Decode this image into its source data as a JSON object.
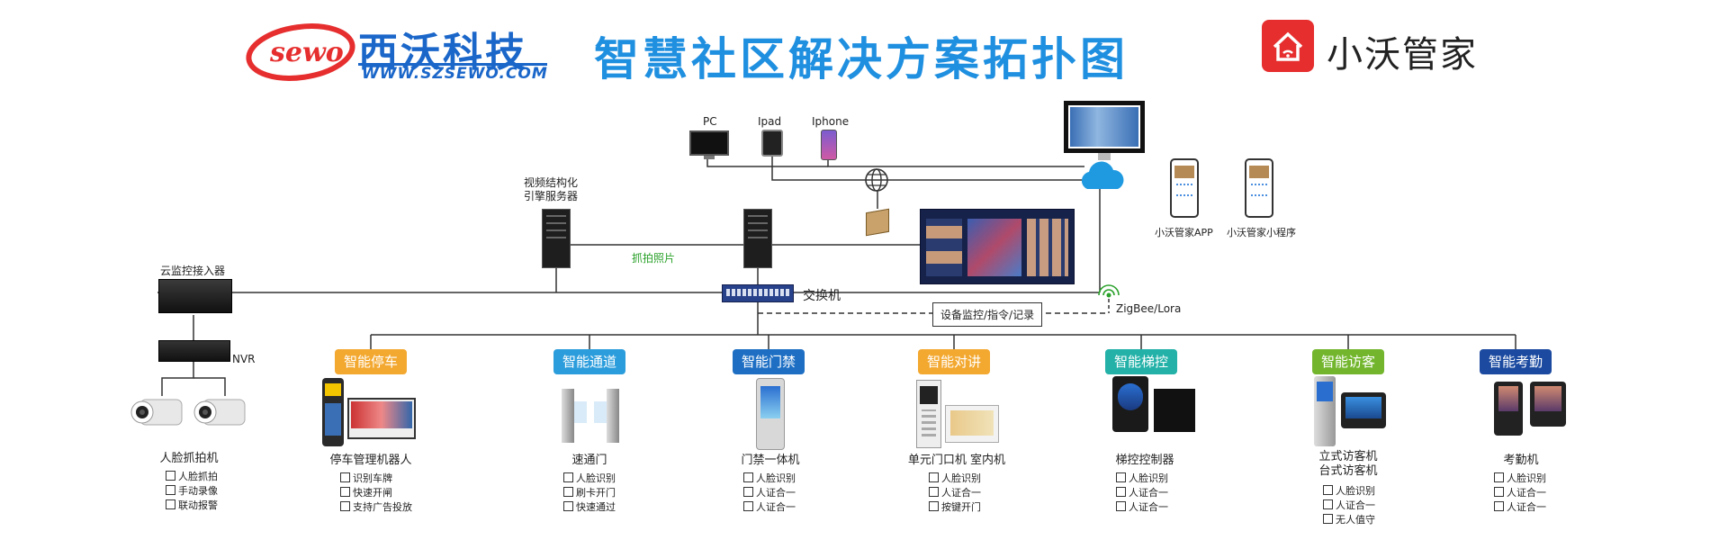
{
  "header": {
    "logo_text": "sewo",
    "brand_name": "西沃科技",
    "brand_url": "WWW.SZSEWO.COM",
    "title": "智慧社区解决方案拓扑图",
    "butler": "小沃管家"
  },
  "devices": {
    "pc": "PC",
    "ipad": "Ipad",
    "iphone": "Iphone",
    "engine": "视频结构化\n引擎服务器",
    "cloud_access": "云监控接入器",
    "switch": "交换机",
    "nvr": "NVR",
    "snapshot": "抓拍照片",
    "monitor_box": "设备监控/指令/记录",
    "zigbee": "ZigBee/Lora",
    "app": "小沃管家APP",
    "mini": "小沃管家小程序"
  },
  "face_camera": {
    "title": "人脸抓拍机",
    "features": [
      "人脸抓拍",
      "手动录像",
      "联动报警"
    ]
  },
  "categories": [
    {
      "name": "智能停车",
      "color": "#f3a830",
      "device": "停车管理机器人",
      "features": [
        "识别车牌",
        "快速开闸",
        "支持广告投放"
      ]
    },
    {
      "name": "智能通道",
      "color": "#2c9ddc",
      "device": "速通门",
      "features": [
        "人脸识别",
        "刷卡开门",
        "快速通过"
      ]
    },
    {
      "name": "智能门禁",
      "color": "#1e6fc4",
      "device": "门禁一体机",
      "features": [
        "人脸识别",
        "人证合一",
        "人证合一"
      ]
    },
    {
      "name": "智能对讲",
      "color": "#f3a830",
      "device": "单元门口机  室内机",
      "features": [
        "人脸识别",
        "人证合一",
        "按键开门"
      ]
    },
    {
      "name": "智能梯控",
      "color": "#23b1a8",
      "device": "梯控控制器",
      "features": [
        "人脸识别",
        "人证合一",
        "人证合一"
      ]
    },
    {
      "name": "智能访客",
      "color": "#73b62e",
      "device": "立式访客机\n台式访客机",
      "features": [
        "人脸识别",
        "人证合一",
        "无人值守"
      ]
    },
    {
      "name": "智能考勤",
      "color": "#1b4aa0",
      "device": "考勤机",
      "features": [
        "人脸识别",
        "人证合一",
        "人证合一"
      ]
    }
  ]
}
